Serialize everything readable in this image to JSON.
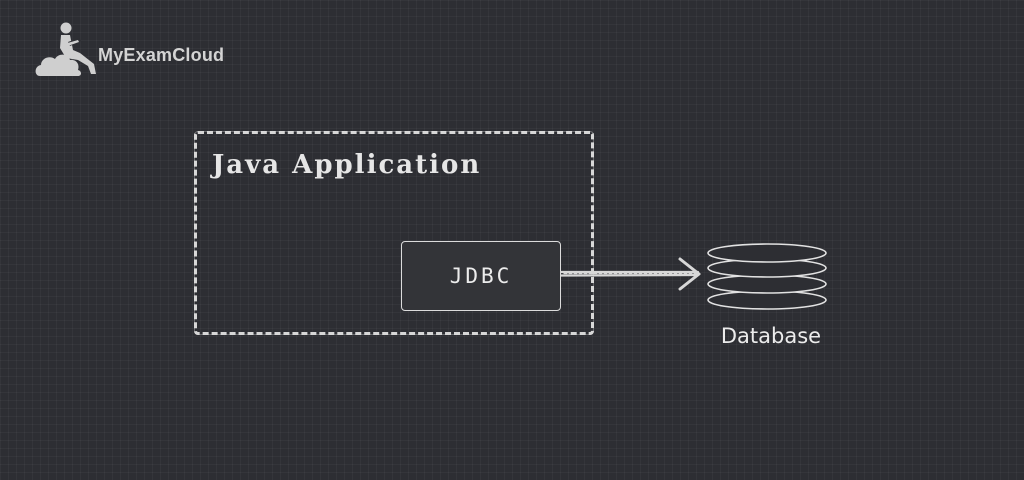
{
  "brand": {
    "name": "MyExamCloud",
    "logo_icon": "cloud-reader-icon"
  },
  "diagram": {
    "container_label": "Java Application",
    "component_label": "JDBC",
    "target_label": "Database",
    "target_icon": "database-stack-icon",
    "connector_icon": "arrow-right-icon"
  },
  "colors": {
    "background": "#2d2e33",
    "chalk": "#ececec"
  }
}
